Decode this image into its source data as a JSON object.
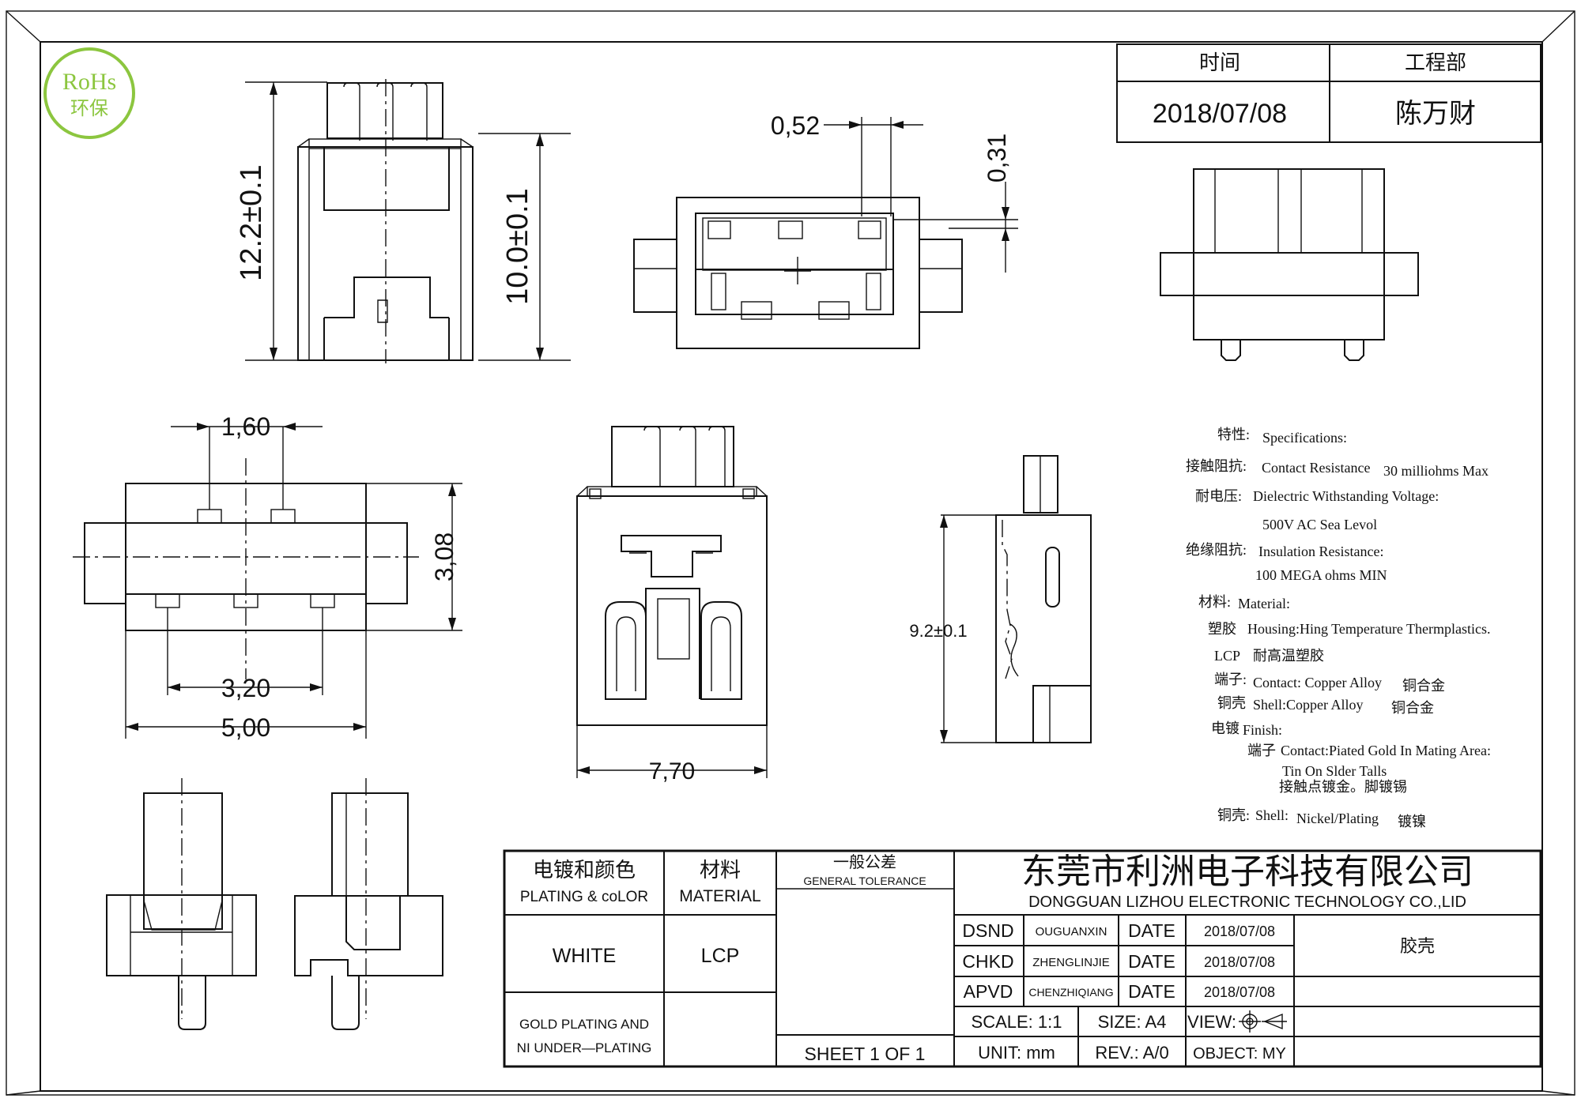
{
  "rohs": {
    "line1": "RoHs",
    "line2": "环保"
  },
  "title_box": {
    "time_label": "时间",
    "dept_label": "工程部",
    "date": "2018/07/08",
    "person": "陈万财"
  },
  "dimensions": {
    "height_12_2": "12.2±0.1",
    "height_10_0": "10.0±0.1",
    "dim_0_52": "0,52",
    "dim_0_31": "0,31",
    "dim_1_60": "1,60",
    "dim_3_08": "3,08",
    "dim_3_20": "3,20",
    "dim_5_00": "5,00",
    "dim_7_70": "7,70",
    "dim_9_2": "9.2±0.1"
  },
  "specifications": {
    "header_cn": "特性:",
    "header_en": "Specifications:",
    "contact_res_cn": "接触阻抗:",
    "contact_res_en": "Contact Resistance",
    "contact_res_val": "30 milliohms Max",
    "voltage_cn": "耐电压:",
    "voltage_en": "Dielectric Withstanding Voltage:",
    "voltage_val": "500V AC Sea Levol",
    "insulation_cn": "绝缘阻抗:",
    "insulation_en": "Insulation Resistance:",
    "insulation_val": "100 MEGA ohms MIN",
    "material_cn": "材料:",
    "material_en": "Material:",
    "housing_cn": "塑胶",
    "housing_en": "Housing:Hing Temperature Thermplastics.",
    "lcp_label": "LCP",
    "lcp_cn": "耐高温塑胶",
    "contact_cn": "端子:",
    "contact_en": "Contact: Copper Alloy",
    "contact_alloy_cn": "铜合金",
    "shell_cn": "铜壳",
    "shell_en": "Shell:Copper Alloy",
    "shell_alloy_cn": "铜合金",
    "finish_cn": "电镀",
    "finish_en": "Finish:",
    "finish_contact_cn": "端子",
    "finish_contact_en": "Contact:Piated Gold In Mating Area:",
    "finish_tin": "Tin On Slder Talls",
    "finish_note_cn": "接触点镀金。脚镀锡",
    "shell2_cn": "铜壳:",
    "shell2_en": "Shell:",
    "shell2_val": "Nickel/Plating",
    "shell2_val_cn": "镀镍"
  },
  "title_block": {
    "plating_color_cn": "电镀和颜色",
    "plating_color_en": "PLATING & coLOR",
    "material_cn": "材料",
    "material_en": "MATERIAL",
    "tolerance_cn": "一般公差",
    "tolerance_en": "GENERAL TOLERANCE",
    "company_cn": "东莞市利洲电子科技有限公司",
    "company_en": "DONGGUAN LIZHOU ELECTRONIC TECHNOLOGY CO.,LID",
    "color_value": "WHITE",
    "material_value": "LCP",
    "plating_line1": "GOLD PLATING AND",
    "plating_line2": "NI UNDER—PLATING",
    "sheet": "SHEET 1 OF 1",
    "dsnd_label": "DSND",
    "dsnd_name": "OUGUANXIN",
    "chkd_label": "CHKD",
    "chkd_name": "ZHENGLINJIE",
    "apvd_label": "APVD",
    "apvd_name": "CHENZHIQIANG",
    "date_label": "DATE",
    "date1": "2018/07/08",
    "date2": "2018/07/08",
    "date3": "2018/07/08",
    "part_name": "胶壳",
    "scale": "SCALE: 1:1",
    "size": "SIZE: A4",
    "view": "VIEW:",
    "unit": "UNIT: mm",
    "rev": "REV.: A/0",
    "object": "OBJECT: MY"
  }
}
